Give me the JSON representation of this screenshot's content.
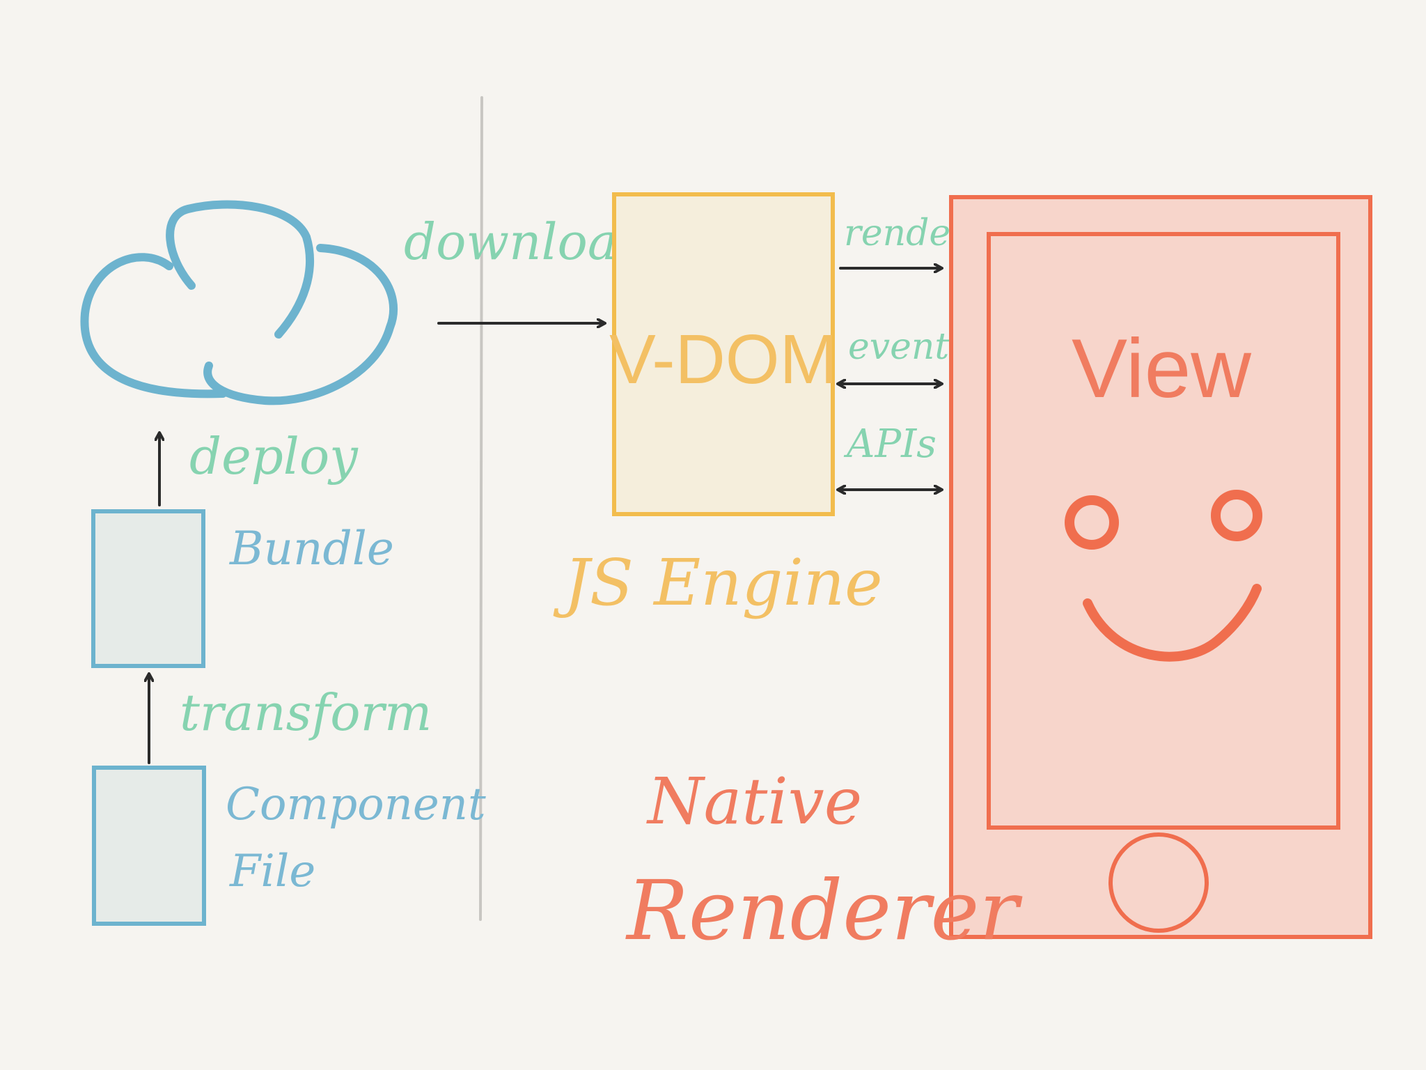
{
  "colors": {
    "background": "#F6F4F0",
    "cloud": "#6DB3CE",
    "cloud_text": "#7BB8D3",
    "action_text": "#86D3B0",
    "arrow": "#2B2B2B",
    "engine_stroke": "#F2BC4D",
    "engine_fill": "#F5EEDC",
    "engine_text": "#F3C064",
    "box_fill": "#E6EBE8",
    "box_stroke": "#6DB3CE",
    "phone_stroke": "#F06E4E",
    "phone_fill": "#F7D5CB",
    "native_text": "#F07C60",
    "divider": "#C8C6C2"
  },
  "icons": {
    "cloud": "cloud-icon",
    "face": "smiley-face-icon",
    "home_button": "home-button-icon",
    "phone": "phone-icon"
  },
  "labels": {
    "download": "download",
    "deploy": "deploy",
    "bundle": "Bundle",
    "transform": "transform",
    "component_line1": "Component",
    "component_line2": "File",
    "vdom": "V-DOM",
    "js_engine": "JS Engine",
    "render": "render",
    "event": "event",
    "apis": "APIs",
    "view": "View",
    "native_line1": "Native",
    "native_line2": "Renderer"
  }
}
